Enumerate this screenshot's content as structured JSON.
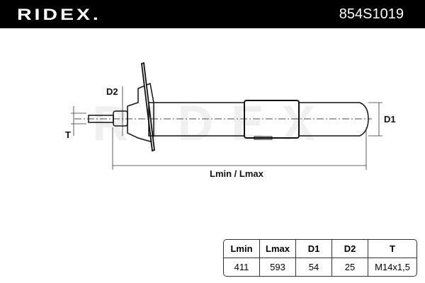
{
  "header": {
    "brand": "RIDEX.",
    "part_number": "854S1019"
  },
  "drawing": {
    "watermark": "RIDEX",
    "labels": {
      "d2": "D2",
      "t": "T",
      "d1": "D1",
      "length": "Lmin / Lmax"
    }
  },
  "table": {
    "headers": [
      "Lmin",
      "Lmax",
      "D1",
      "D2",
      "T"
    ],
    "values": [
      "411",
      "593",
      "54",
      "25",
      "M14x1,5"
    ]
  }
}
